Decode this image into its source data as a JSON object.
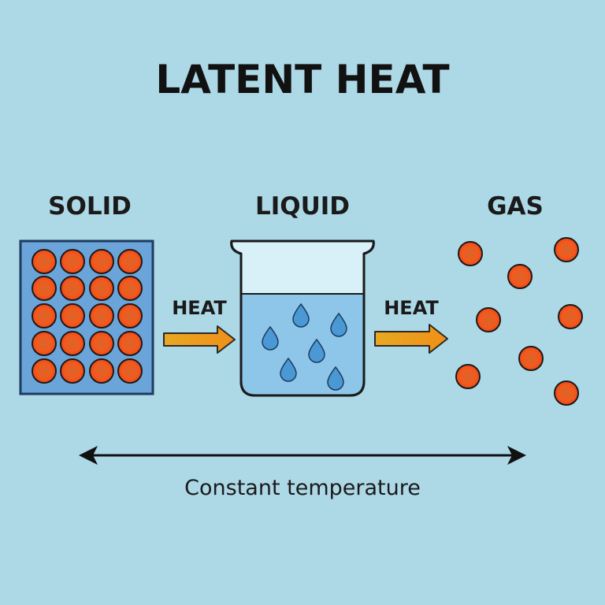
{
  "title": "LATENT HEAT",
  "phases": {
    "solid": "SOLID",
    "liquid": "LIQUID",
    "gas": "GAS"
  },
  "arrows": {
    "first_label": "HEAT",
    "second_label": "HEAT"
  },
  "caption": "Constant temperature",
  "colors": {
    "background": "#add8e6",
    "particle": "#f05020",
    "solid_box": "#6aa4d8",
    "water": "#8ec6ea",
    "drop": "#4a98d4",
    "heat_arrow": "#f0a020"
  }
}
